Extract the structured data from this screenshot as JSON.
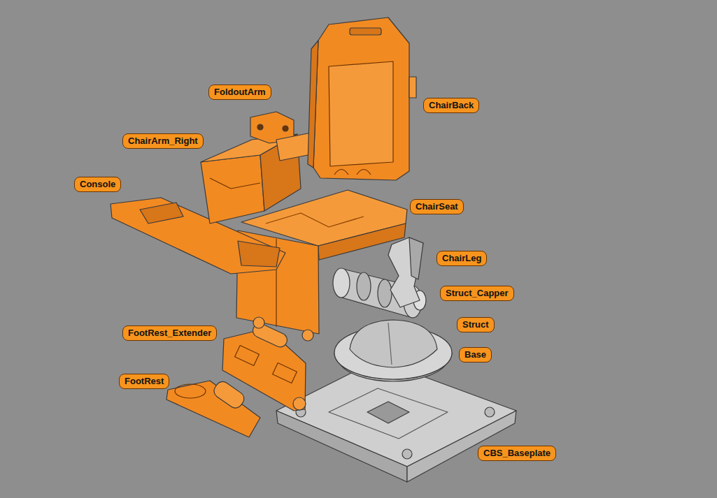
{
  "diagram": {
    "nodes": [
      {
        "text": [
          "FoldoutArm"
        ]
      },
      {
        "text": [
          "ChairBack"
        ]
      },
      {
        "text": [
          "ChairArm_Right"
        ]
      },
      {
        "text": [
          "Console"
        ]
      },
      {
        "text": [
          "ChairSeat"
        ]
      },
      {
        "text": [
          "ChairLeg"
        ]
      },
      {
        "text": [
          "Struct_Capper"
        ]
      },
      {
        "text": [
          "Struct"
        ]
      },
      {
        "text": [
          "FootRest_Extender"
        ]
      },
      {
        "text": [
          "Base"
        ]
      },
      {
        "text": [
          "FootRest"
        ]
      },
      {
        "text": [
          "CBS_Baseplate"
        ]
      }
    ]
  }
}
